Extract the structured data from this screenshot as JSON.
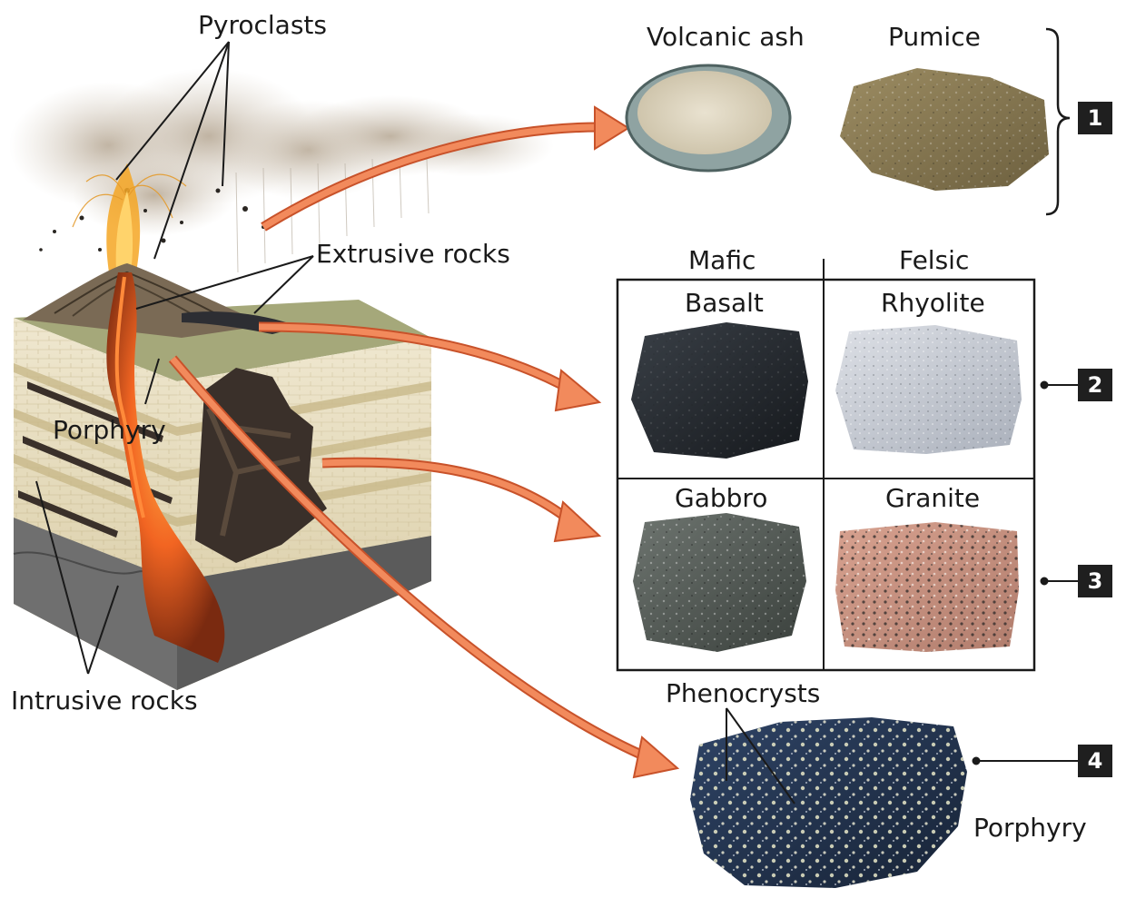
{
  "labels": {
    "pyroclasts": "Pyroclasts",
    "extrusive_rocks": "Extrusive rocks",
    "porphyry_block": "Porphyry",
    "intrusive_rocks": "Intrusive rocks",
    "volcanic_ash": "Volcanic ash",
    "pumice": "Pumice",
    "mafic": "Mafic",
    "felsic": "Felsic",
    "basalt": "Basalt",
    "rhyolite": "Rhyolite",
    "gabbro": "Gabbro",
    "granite": "Granite",
    "phenocrysts": "Phenocrysts",
    "porphyry_sample": "Porphyry"
  },
  "groups": {
    "g1": "1",
    "g2": "2",
    "g3": "3",
    "g4": "4"
  },
  "colors": {
    "arrow": "#f07a4a",
    "arrow_stroke": "#c8522a",
    "magma": "#e8421c",
    "label_box": "#1f1f1f"
  }
}
